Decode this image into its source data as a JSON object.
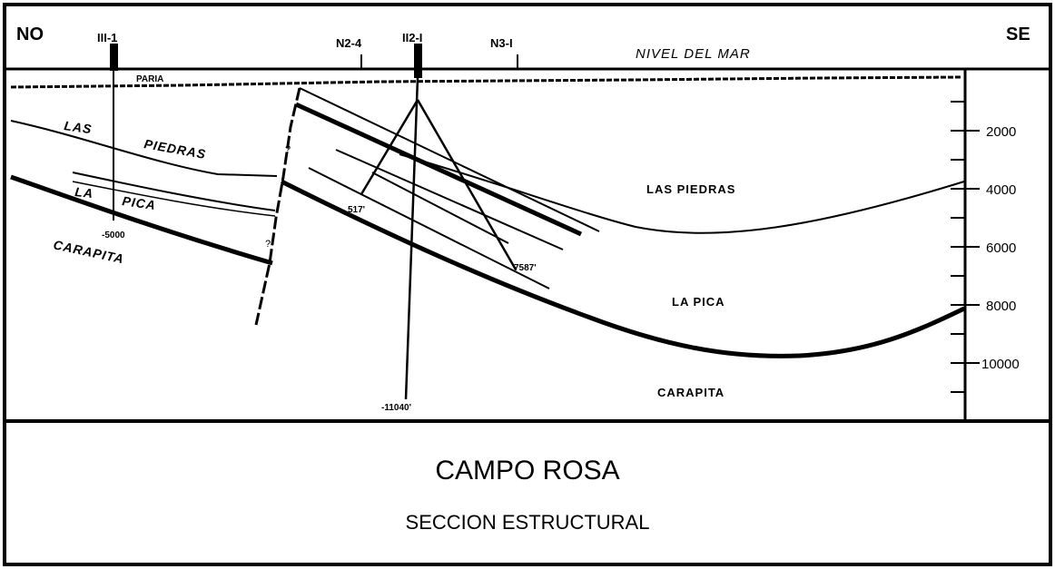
{
  "header": {
    "left": "NO",
    "right": "SE"
  },
  "wells": {
    "w1": "III-1",
    "w2": "N2-4",
    "w3": "II2-I",
    "w4": "N3-I"
  },
  "sea_level_label": "NIVEL DEL MAR",
  "formations": {
    "paria": "PARIA",
    "las_left": "LAS",
    "piedras_left": "PIEDRAS",
    "la_left": "LA",
    "pica_left": "PICA",
    "carapita_left": "CARAPITA",
    "las_piedras_right": "LAS PIEDRAS",
    "la_pica_right": "LA PICA",
    "carapita_right": "CARAPITA"
  },
  "depth_marks": {
    "m5000": "-5000",
    "m517": "517'",
    "m7587": "7587'",
    "m11040": "-11040'"
  },
  "scale_ticks": [
    "2000",
    "4000",
    "6000",
    "8000",
    "10000"
  ],
  "caption": {
    "title": "CAMPO ROSA",
    "subtitle": "SECCION ESTRUCTURAL"
  }
}
